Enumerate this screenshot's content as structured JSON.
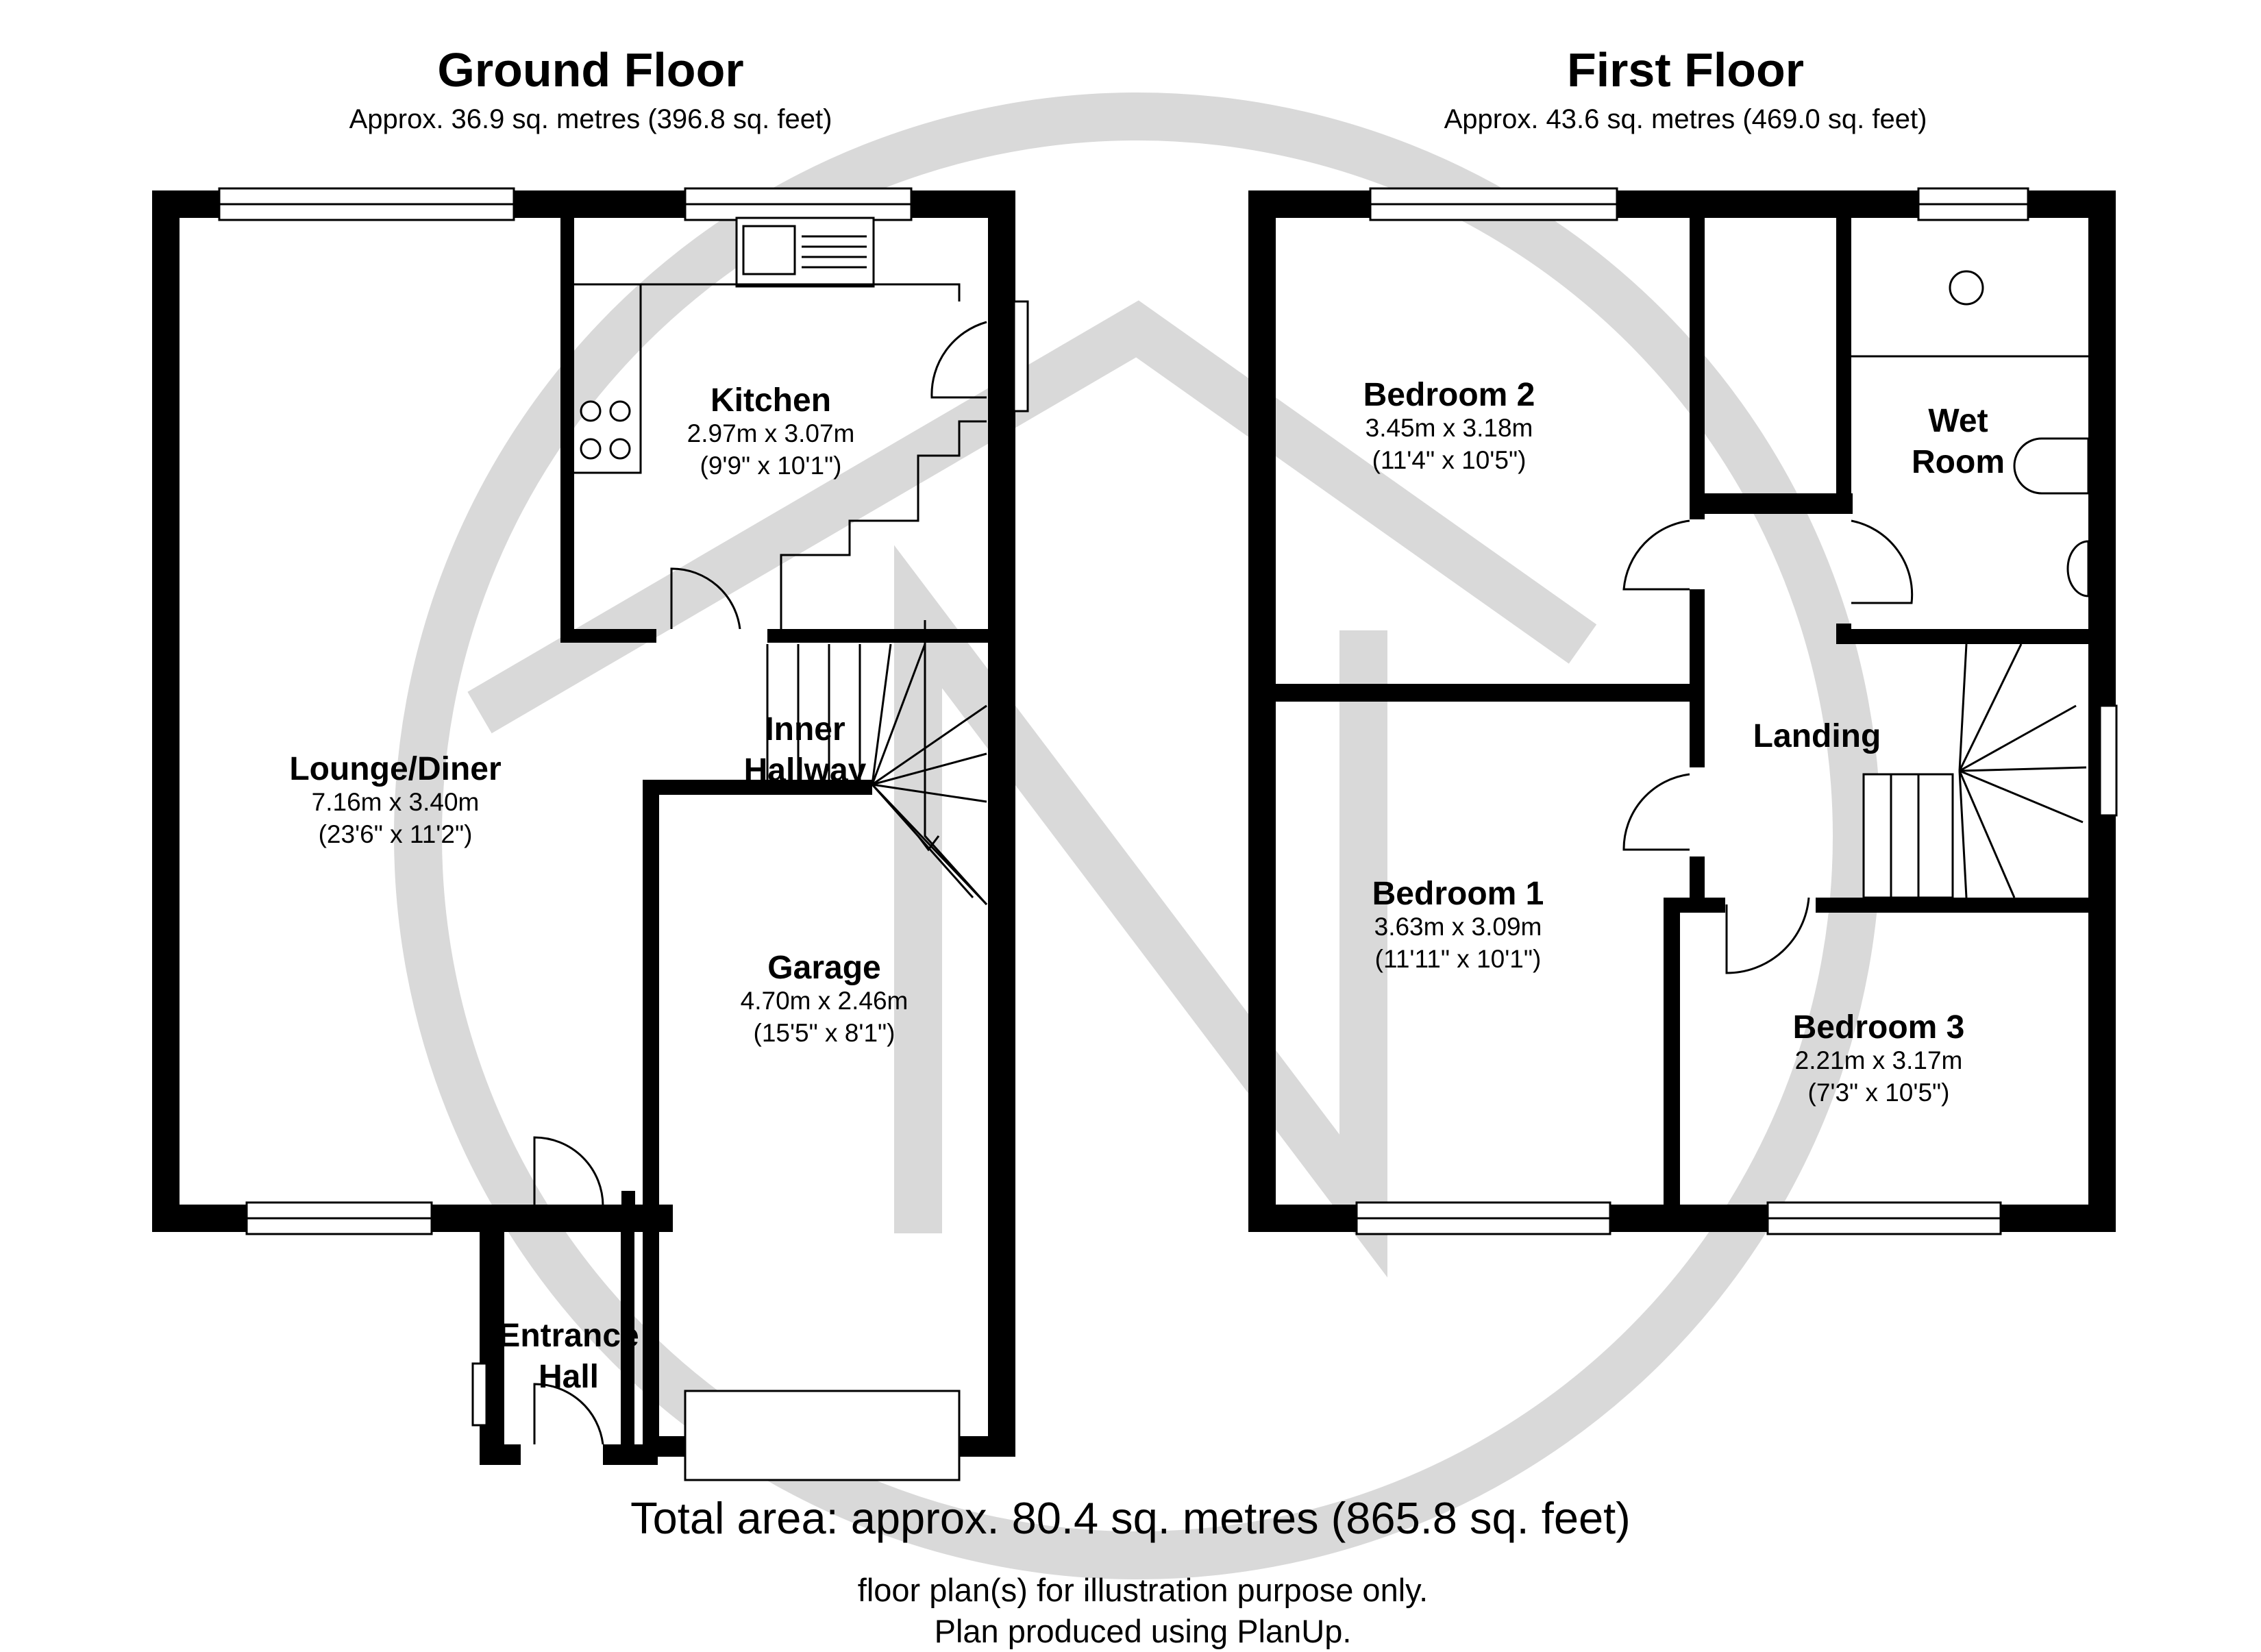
{
  "ground_floor": {
    "title": "Ground Floor",
    "area": "Approx.  36.9 sq. metres (396.8 sq. feet)",
    "rooms": {
      "kitchen": {
        "name": "Kitchen",
        "metric": "2.97m x 3.07m",
        "imperial": "(9'9\" x 10'1\")"
      },
      "lounge": {
        "name": "Lounge/Diner",
        "metric": "7.16m x 3.40m",
        "imperial": "(23'6\" x 11'2\")"
      },
      "inner_hallway": {
        "name_line1": "Inner",
        "name_line2": "Hallway"
      },
      "garage": {
        "name": "Garage",
        "metric": "4.70m x 2.46m",
        "imperial": "(15'5\" x 8'1\")"
      },
      "entrance_hall": {
        "name_line1": "Entrance",
        "name_line2": "Hall"
      }
    }
  },
  "first_floor": {
    "title": "First Floor",
    "area": "Approx.  43.6 sq. metres (469.0 sq. feet)",
    "rooms": {
      "bedroom2": {
        "name": "Bedroom 2",
        "metric": "3.45m x 3.18m",
        "imperial": "(11'4\" x 10'5\")"
      },
      "wet_room": {
        "name_line1": "Wet",
        "name_line2": "Room"
      },
      "landing": {
        "name": "Landing"
      },
      "bedroom1": {
        "name": "Bedroom 1",
        "metric": "3.63m x 3.09m",
        "imperial": "(11'11\" x 10'1\")"
      },
      "bedroom3": {
        "name": "Bedroom 3",
        "metric": "2.21m x 3.17m",
        "imperial": "(7'3\" x 10'5\")"
      }
    }
  },
  "footer": {
    "total": "Total area: approx.  80.4 sq. metres (865.8 sq. feet)",
    "note_line1": "floor plan(s) for illustration purpose only.",
    "note_line2": "Plan produced using PlanUp."
  },
  "colors": {
    "wall": "#000000",
    "watermark": "#d9d9d9",
    "line": "#555555"
  },
  "watermark_icon": "circle-house-n-logo"
}
